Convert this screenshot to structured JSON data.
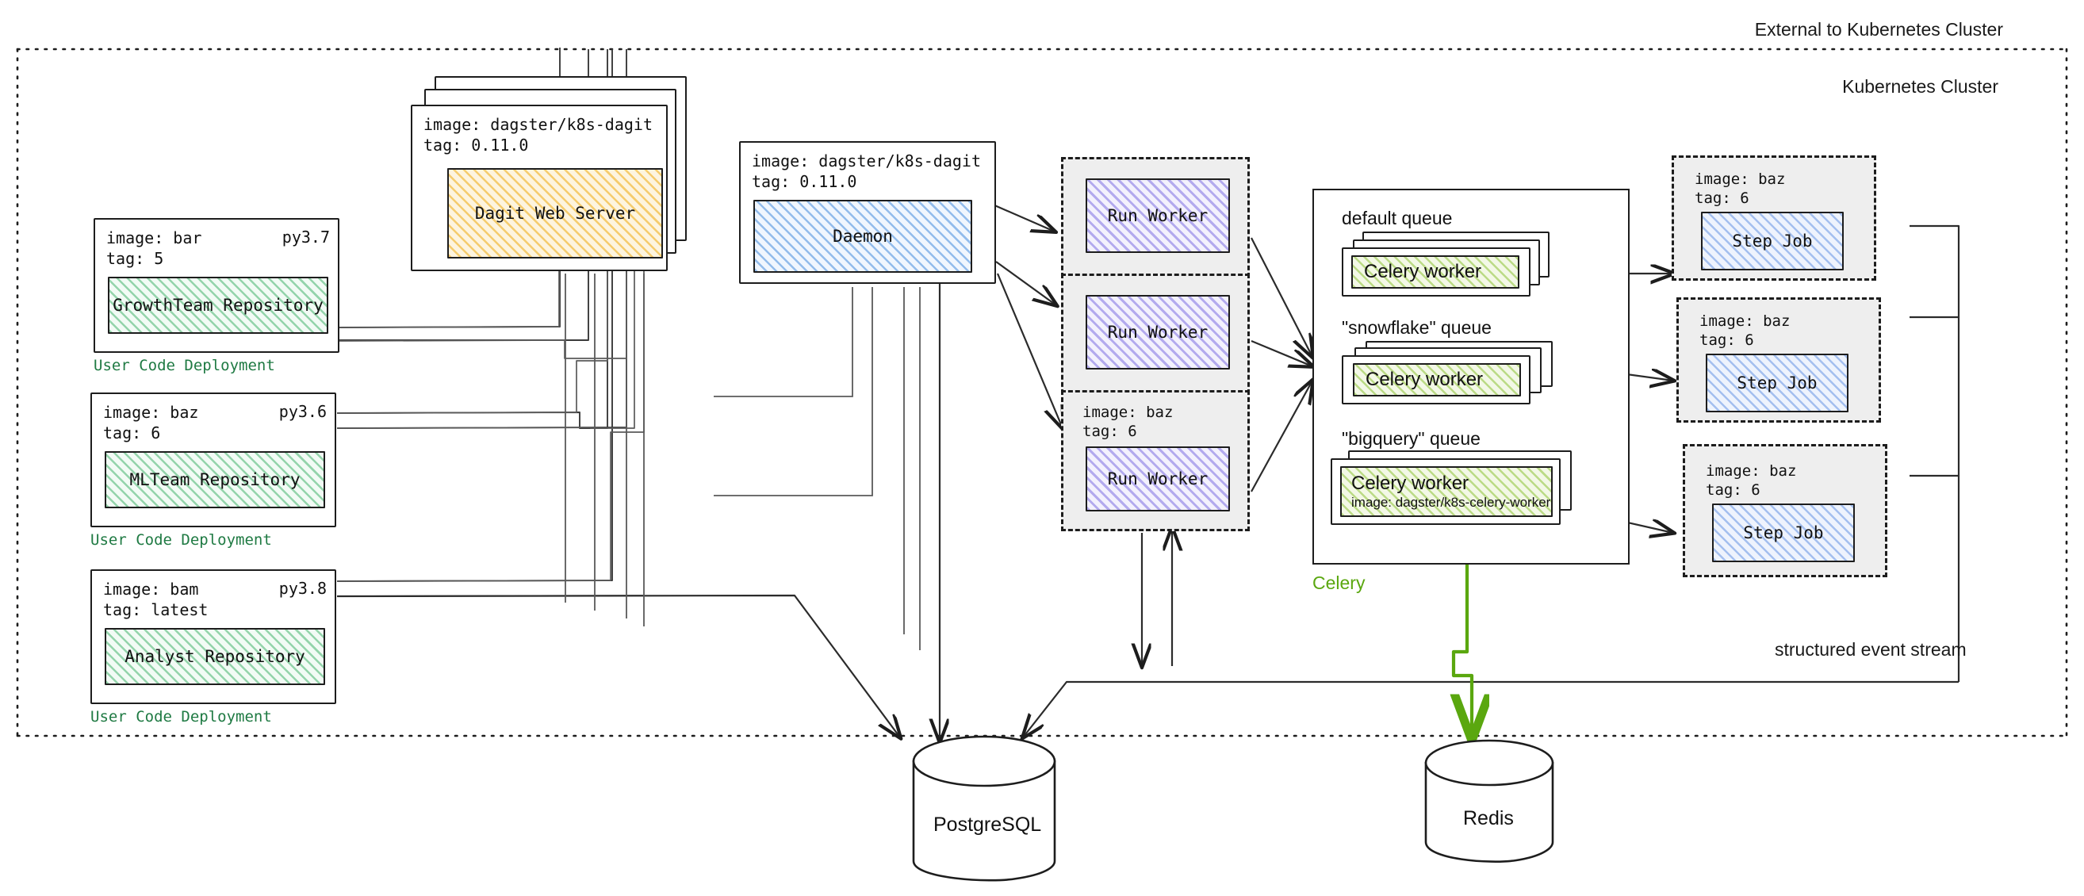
{
  "boundaries": {
    "external_label": "External to Kubernetes Cluster",
    "cluster_label": "Kubernetes Cluster",
    "event_stream_label": "structured event stream"
  },
  "user_code_deployments": [
    {
      "image_label": "image: bar",
      "tag_label": "tag: 5",
      "python_version": "py3.7",
      "repository": "GrowthTeam Repository",
      "caption": "User Code Deployment"
    },
    {
      "image_label": "image: baz",
      "tag_label": "tag: 6",
      "python_version": "py3.6",
      "repository": "MLTeam Repository",
      "caption": "User Code Deployment"
    },
    {
      "image_label": "image: bam",
      "tag_label": "tag: latest",
      "python_version": "py3.8",
      "repository": "Analyst Repository",
      "caption": "User Code Deployment"
    }
  ],
  "dagit": {
    "image_label": "image: dagster/k8s-dagit",
    "tag_label": "tag: 0.11.0",
    "title": "Dagit Web Server"
  },
  "daemon": {
    "image_label": "image: dagster/k8s-dagit",
    "tag_label": "tag: 0.11.0",
    "title": "Daemon"
  },
  "run_workers": [
    {
      "title": "Run Worker",
      "image_label": "",
      "tag_label": ""
    },
    {
      "title": "Run Worker",
      "image_label": "",
      "tag_label": ""
    },
    {
      "title": "Run Worker",
      "image_label": "image: baz",
      "tag_label": "tag: 6"
    }
  ],
  "celery": {
    "caption": "Celery",
    "queues": [
      {
        "label": "default queue",
        "worker": "Celery worker",
        "worker_image": ""
      },
      {
        "label": "\"snowflake\" queue",
        "worker": "Celery worker",
        "worker_image": ""
      },
      {
        "label": "\"bigquery\" queue",
        "worker": "Celery worker",
        "worker_image": "image: dagster/k8s-celery-worker"
      }
    ]
  },
  "step_jobs": [
    {
      "image_label": "image: baz",
      "tag_label": "tag: 6",
      "title": "Step Job"
    },
    {
      "image_label": "image: baz",
      "tag_label": "tag: 6",
      "title": "Step Job"
    },
    {
      "image_label": "image: baz",
      "tag_label": "tag: 6",
      "title": "Step Job"
    }
  ],
  "databases": [
    {
      "name": "PostgreSQL"
    },
    {
      "name": "Redis"
    }
  ],
  "colors": {
    "repository_green": "#46b46e",
    "dagit_yellow": "#f0b428",
    "daemon_blue": "#468cdc",
    "run_worker_purple": "#7869e1",
    "step_job_blue": "#5a8ce1",
    "celery_worker_green": "#96c846",
    "deployment_caption_green": "#1f7a43",
    "celery_caption_green": "#5aa70f",
    "outline_black": "#1d1d1d",
    "dashgroup_fill": "#eeeeee"
  }
}
